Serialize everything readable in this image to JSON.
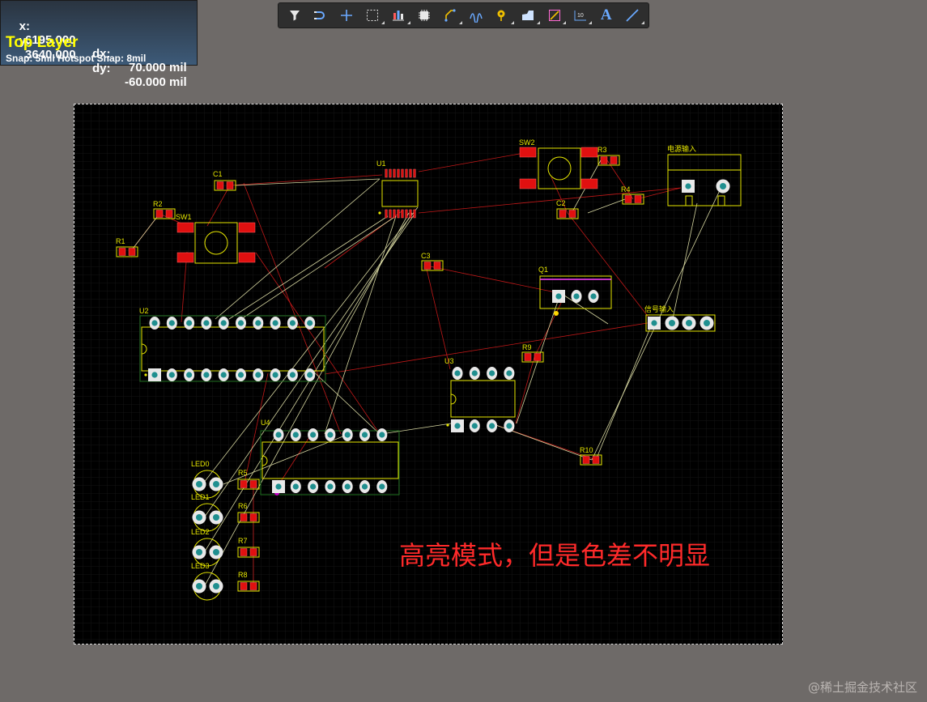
{
  "hud": {
    "x_label": "x:",
    "x_value": "6195.000",
    "dx_label": "dx:",
    "dx_value": "70.000 mil",
    "y_label": "y:",
    "y_value": "3640.000",
    "dy_label": "dy:",
    "dy_value": "-60.000 mil",
    "layer": "Top Layer",
    "snap": "Snap: 5mil Hotspot Snap: 8mil"
  },
  "toolbar": {
    "tools": [
      {
        "name": "filter-icon"
      },
      {
        "name": "interactive-select-icon"
      },
      {
        "name": "crosshair-icon"
      },
      {
        "name": "selection-box-icon"
      },
      {
        "name": "align-icon"
      },
      {
        "name": "component-icon"
      },
      {
        "name": "route-icon"
      },
      {
        "name": "diff-pair-icon"
      },
      {
        "name": "via-icon"
      },
      {
        "name": "polygon-icon"
      },
      {
        "name": "place-fill-icon"
      },
      {
        "name": "dimension-icon"
      },
      {
        "name": "text-icon"
      },
      {
        "name": "line-icon"
      }
    ],
    "text_glyph": "A"
  },
  "pcb": {
    "designators": {
      "c1": "C1",
      "r2": "R2",
      "sw1": "SW1",
      "r1": "R1",
      "u1": "U1",
      "sw2": "SW2",
      "r3": "R3",
      "r4": "R4",
      "c2": "C2",
      "power": "电源输入",
      "c3": "C3",
      "q1": "Q1",
      "signal": "信号输入",
      "u2": "U2",
      "r9": "R9",
      "u3": "U3",
      "u4": "U4",
      "r10": "R10",
      "led0": "LED0",
      "led1": "LED1",
      "led2": "LED2",
      "led3": "LED3",
      "r5": "R5",
      "r6": "R6",
      "r7": "R7",
      "r8": "R8"
    },
    "colors": {
      "silkscreen": "#e6e600",
      "pad_copper": "#e8e8e8",
      "pad_hole": "#1f8f8f",
      "smd_pad": "#e01010",
      "ratsnest_red": "#c01818",
      "ratsnest_yellow": "#d6d6a0",
      "board_bg": "#000000"
    }
  },
  "annotation": "高亮模式，但是色差不明显",
  "watermark": "@稀土掘金技术社区"
}
